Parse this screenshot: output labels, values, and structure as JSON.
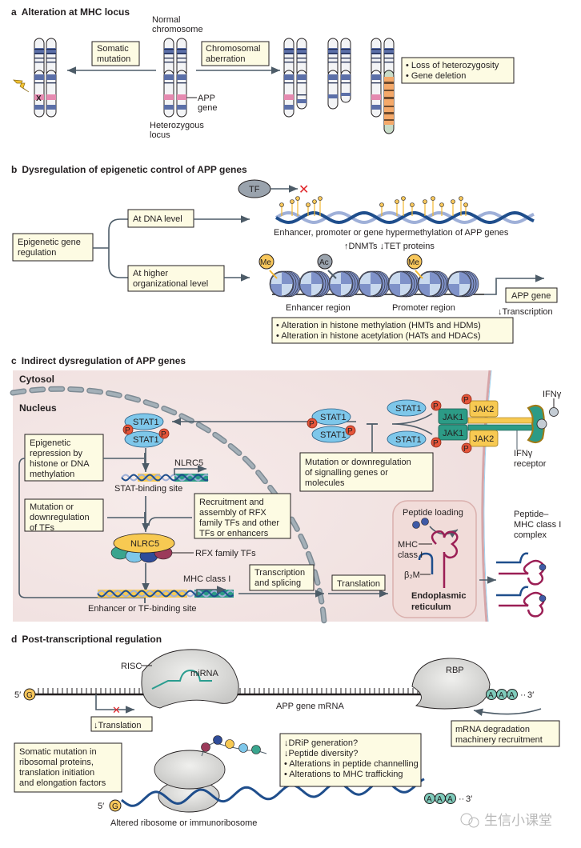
{
  "panels": {
    "a": {
      "letter": "a",
      "title": "Alteration at MHC locus",
      "normal_chromosome": [
        "Normal",
        "chromosome"
      ],
      "somatic_mutation": [
        "Somatic",
        "mutation"
      ],
      "chromosomal_aberration": [
        "Chromosomal",
        "aberration"
      ],
      "app_gene": [
        "APP",
        "gene"
      ],
      "heterozygous_locus": [
        "Heterozygous",
        "locus"
      ],
      "mutation_mark": "X",
      "outcomes": [
        "Loss of heterozygosity",
        "Gene deletion"
      ]
    },
    "b": {
      "letter": "b",
      "title": "Dysregulation of epigenetic control of APP genes",
      "tf": "TF",
      "root": [
        "Epigenetic gene",
        "regulation"
      ],
      "dna_level": "At DNA level",
      "higher_level": [
        "At higher",
        "organizational level"
      ],
      "hypermethylation": "Enhancer, promoter or gene hypermethylation of APP genes",
      "dnmt_tet": "↑DNMTs ↓TET proteins",
      "me": "Me",
      "ac": "Ac",
      "enhancer_region": "Enhancer region",
      "promoter_region": "Promoter region",
      "app_gene": "APP gene",
      "transcription": "↓Transcription",
      "histone_notes": [
        "Alteration in histone methylation (HMTs and  HDMs)",
        "Alteration in histone acetylation (HATs and HDACs)"
      ]
    },
    "c": {
      "letter": "c",
      "title": "Indirect dysregulation of APP genes",
      "cytosol": "Cytosol",
      "nucleus": "Nucleus",
      "stat1": "STAT1",
      "p": "P",
      "jak1": "JAK1",
      "jak2": "JAK2",
      "ifng": "IFNγ",
      "ifng_receptor": [
        "IFNγ",
        "receptor"
      ],
      "epigenetic_repression": [
        "Epigenetic",
        "repression by",
        "histone or DNA",
        "methylation"
      ],
      "nlrc5_gene": "NLRC5",
      "stat_binding_site": "STAT-binding site",
      "signalling_mutation": [
        "Mutation or downregulation",
        "of signalling genes or",
        "molecules"
      ],
      "tf_mutation": [
        "Mutation or",
        "downregulation",
        "of TFs"
      ],
      "recruitment": [
        "Recruitment and",
        "assembly of RFX",
        "family TFs and other",
        "TFs or enhancers"
      ],
      "nlrc5_protein": "NLRC5",
      "rfx_tfs": "RFX family TFs",
      "mhc_class_i_gene": "MHC class I",
      "enhancer_site": "Enhancer or TF-binding site",
      "transcription_splicing": [
        "Transcription",
        "and splicing"
      ],
      "translation": "Translation",
      "peptide_loading": "Peptide loading",
      "mhc_label": [
        "MHC",
        "class I"
      ],
      "b2m_label": "β₂M",
      "er_label": [
        "Endoplasmic",
        "reticulum"
      ],
      "pmhc_label": [
        "Peptide–",
        "MHC class I",
        "complex"
      ]
    },
    "d": {
      "letter": "d",
      "title": "Post-transcriptional regulation",
      "risc": "RISC",
      "mirna": "miRNA",
      "five_prime": "5′",
      "cap": "G",
      "mrna_label": "APP gene mRNA",
      "rbp": "RBP",
      "polya": [
        "A",
        "A",
        "A"
      ],
      "three_prime": "3′",
      "translation_down": "↓Translation",
      "degradation": [
        "mRNA degradation",
        "machinery recruitment"
      ],
      "somatic_ribosomal": [
        "Somatic mutation in",
        "ribosomal proteins,",
        "translation initiation",
        "and elongation factors"
      ],
      "consequences": [
        "↓DRiP generation?",
        "↓Peptide diversity?",
        "• Alterations in peptide channelling",
        "• Alterations to MHC trafficking"
      ],
      "ribosome_label": "Altered ribosome or immunoribosome"
    }
  },
  "watermark": "生信小课堂",
  "colors": {
    "box_fill": "#fdfbe3",
    "arrow": "#4d5c68",
    "cell_bg": "#f3e6e6",
    "stat": "#7ec7ea",
    "phospho": "#e5553a",
    "jak1": "#2c9b86",
    "jak2": "#f7c952",
    "mhc": "#9b1f55",
    "b2m": "#1f4e8c"
  }
}
